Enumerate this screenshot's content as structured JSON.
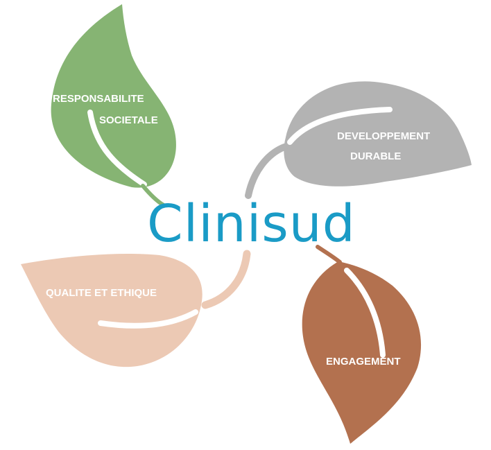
{
  "brand": {
    "name": "Clinisud",
    "color": "#1a9bc6"
  },
  "leaves": [
    {
      "id": "responsabilite-societale",
      "label_lines": [
        "RESPONSABILITE",
        "SOCIETALE"
      ],
      "color": "#86b473"
    },
    {
      "id": "developpement-durable",
      "label_lines": [
        "DEVELOPPEMENT",
        "DURABLE"
      ],
      "color": "#b3b3b3"
    },
    {
      "id": "qualite-et-ethique",
      "label_lines": [
        "QUALITE ET ETHIQUE"
      ],
      "color": "#ecc9b4"
    },
    {
      "id": "engagement",
      "label_lines": [
        "ENGAGEMENT"
      ],
      "color": "#b3714f"
    }
  ]
}
